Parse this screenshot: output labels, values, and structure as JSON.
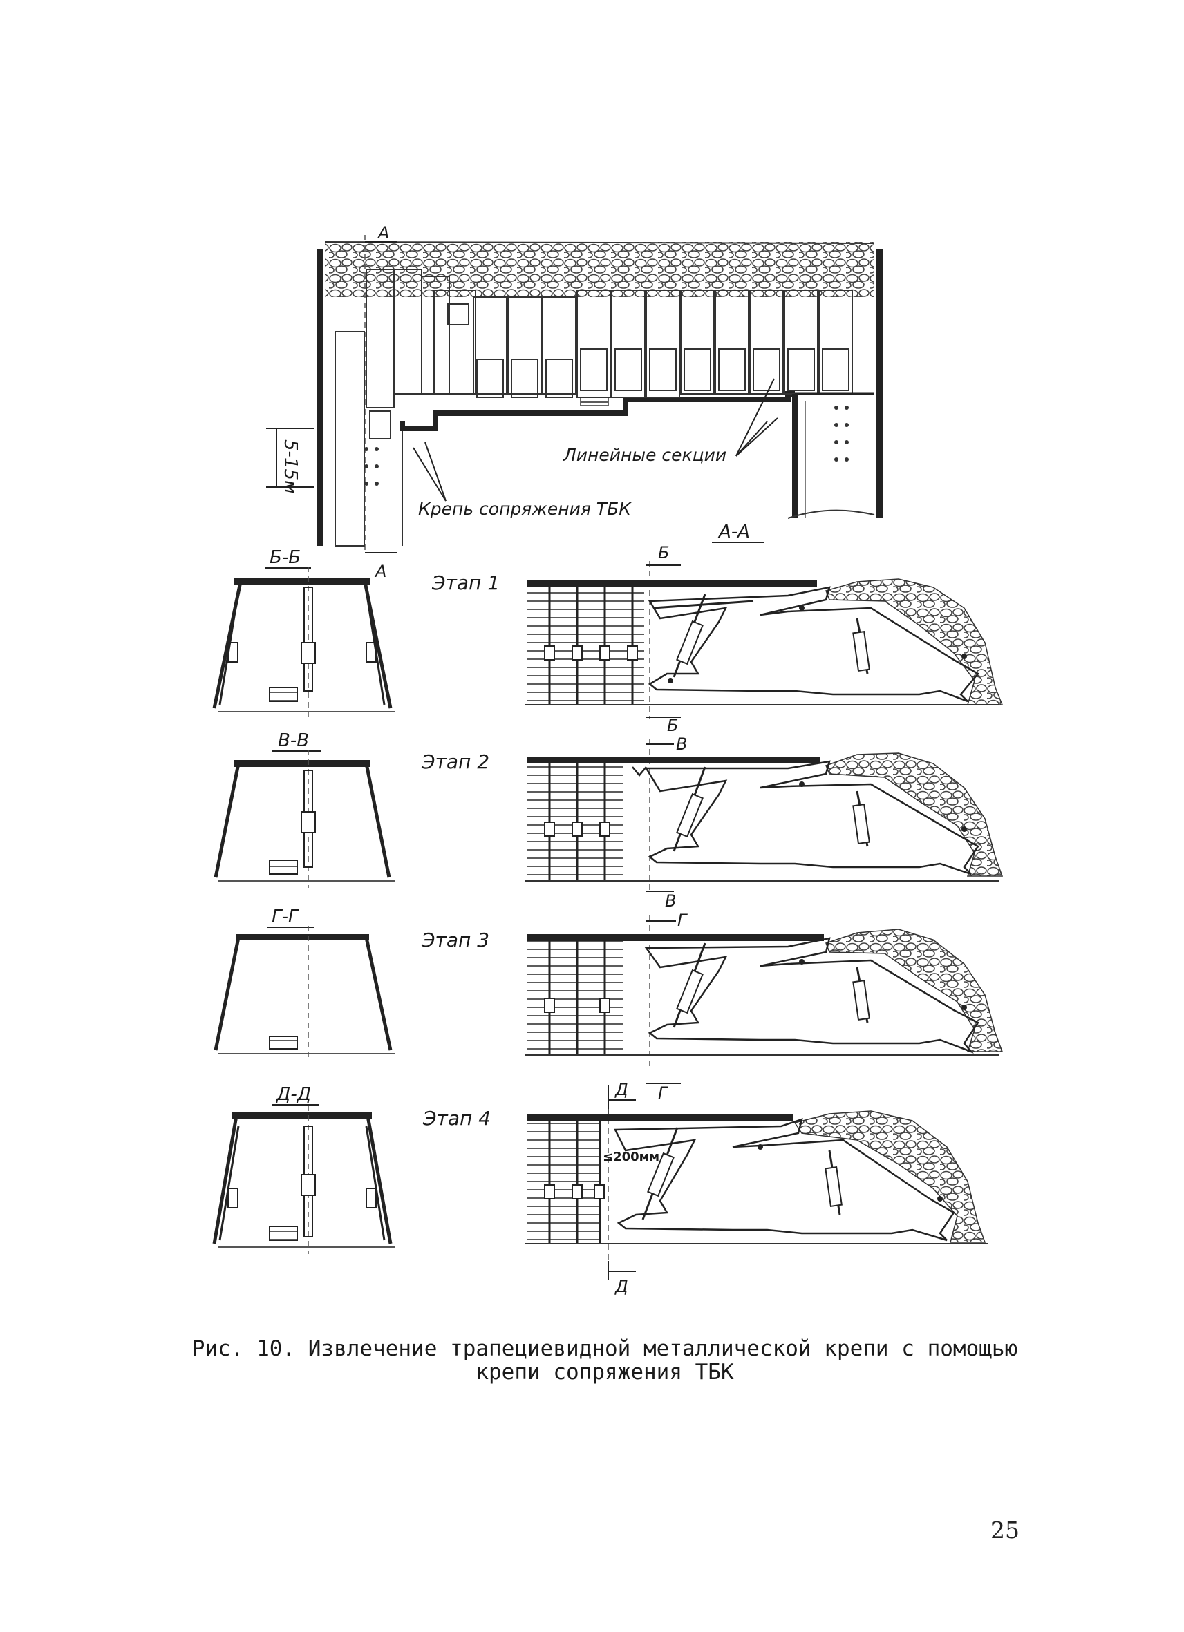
{
  "labels": {
    "section_a_top": "А",
    "section_a_bottom": "А",
    "dim": "5-15м",
    "linear_sections": "Линейные секции",
    "tbk_support": "Крепь сопряжения ТБК",
    "section_aa": "А-А",
    "section_bb": "Б-Б",
    "section_vv": "В-В",
    "section_gg": "Г-Г",
    "section_dd": "Д-Д",
    "stage1": "Этап 1",
    "stage2": "Этап 2",
    "stage3": "Этап 3",
    "stage4": "Этап 4",
    "cut_b_top": "Б",
    "cut_b_bottom": "Б",
    "cut_v_top": "В",
    "cut_v_bottom": "В",
    "cut_g_top": "Г",
    "cut_g_bottom": "Г",
    "cut_d_top": "Д",
    "cut_d_bottom": "Д",
    "gap": "≤200мм"
  },
  "caption": {
    "line1": "Рис. 10. Извлечение трапециевидной металлической крепи с помощью",
    "line2": "крепи сопряжения ТБК"
  },
  "page_number": "25"
}
